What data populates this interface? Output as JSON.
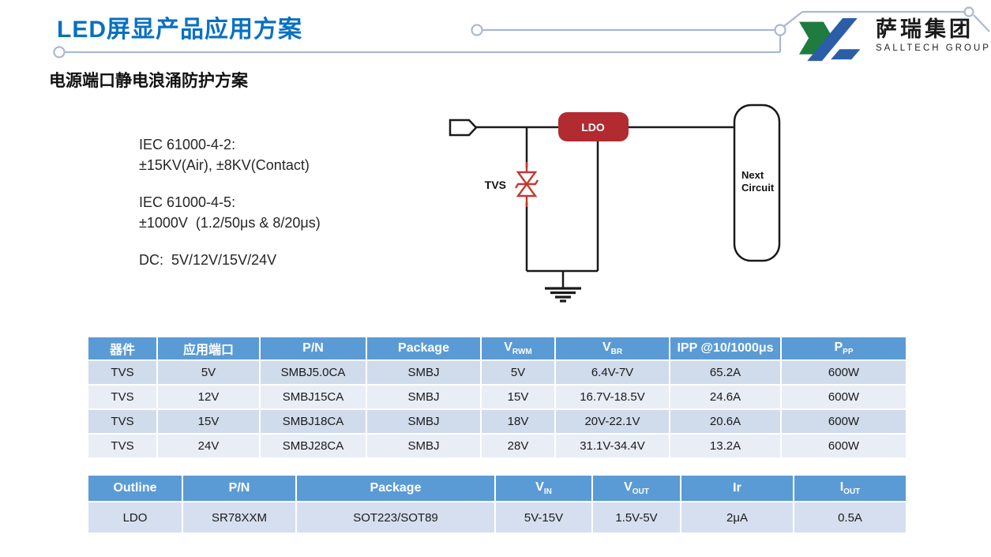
{
  "header": {
    "title": "LED屏显产品应用方案",
    "logo": {
      "cn": "萨瑞集团",
      "en": "SALLTECH GROUP"
    }
  },
  "subtitle": "电源端口静电浪涌防护方案",
  "specs": {
    "line1": "IEC 61000-4-2:",
    "line2": "±15KV(Air), ±8KV(Contact)",
    "line3": "IEC 61000-4-5:",
    "line4": "±1000V  (1.2/50μs & 8/20μs)",
    "line5": "DC:  5V/12V/15V/24V"
  },
  "diagram": {
    "tvs_label": "TVS",
    "ldo_label": "LDO",
    "next_circuit_line1": "Next",
    "next_circuit_line2": "Circuit"
  },
  "colors": {
    "title_blue": "#0A70C0",
    "table_header_blue": "#5B9BD5",
    "row_band_dark": "#D0DBEC",
    "row_band_light": "#E9EDF6",
    "ldo_red": "#B12B31",
    "tvs_red": "#C23A32",
    "deco_line": "#A9B8D6",
    "logo_green": "#1E7C3E",
    "logo_blue": "#2B5EA7"
  },
  "tables": [
    {
      "headers": [
        "器件",
        "应用端口",
        "P/N",
        "Package",
        "V|RWM",
        "V|BR",
        "IPP @10/1000μs",
        "P|PP"
      ],
      "rows": [
        [
          "TVS",
          "5V",
          "SMBJ5.0CA",
          "SMBJ",
          "5V",
          "6.4V-7V",
          "65.2A",
          "600W"
        ],
        [
          "TVS",
          "12V",
          "SMBJ15CA",
          "SMBJ",
          "15V",
          "16.7V-18.5V",
          "24.6A",
          "600W"
        ],
        [
          "TVS",
          "15V",
          "SMBJ18CA",
          "SMBJ",
          "18V",
          "20V-22.1V",
          "20.6A",
          "600W"
        ],
        [
          "TVS",
          "24V",
          "SMBJ28CA",
          "SMBJ",
          "28V",
          "31.1V-34.4V",
          "13.2A",
          "600W"
        ]
      ]
    },
    {
      "headers": [
        "Outline",
        "P/N",
        "Package",
        "V|IN",
        "V|OUT",
        "Ir",
        "I|OUT"
      ],
      "rows": [
        [
          "LDO",
          "SR78XXM",
          "SOT223/SOT89",
          "5V-15V",
          "1.5V-5V",
          "2μA",
          "0.5A"
        ]
      ]
    }
  ]
}
